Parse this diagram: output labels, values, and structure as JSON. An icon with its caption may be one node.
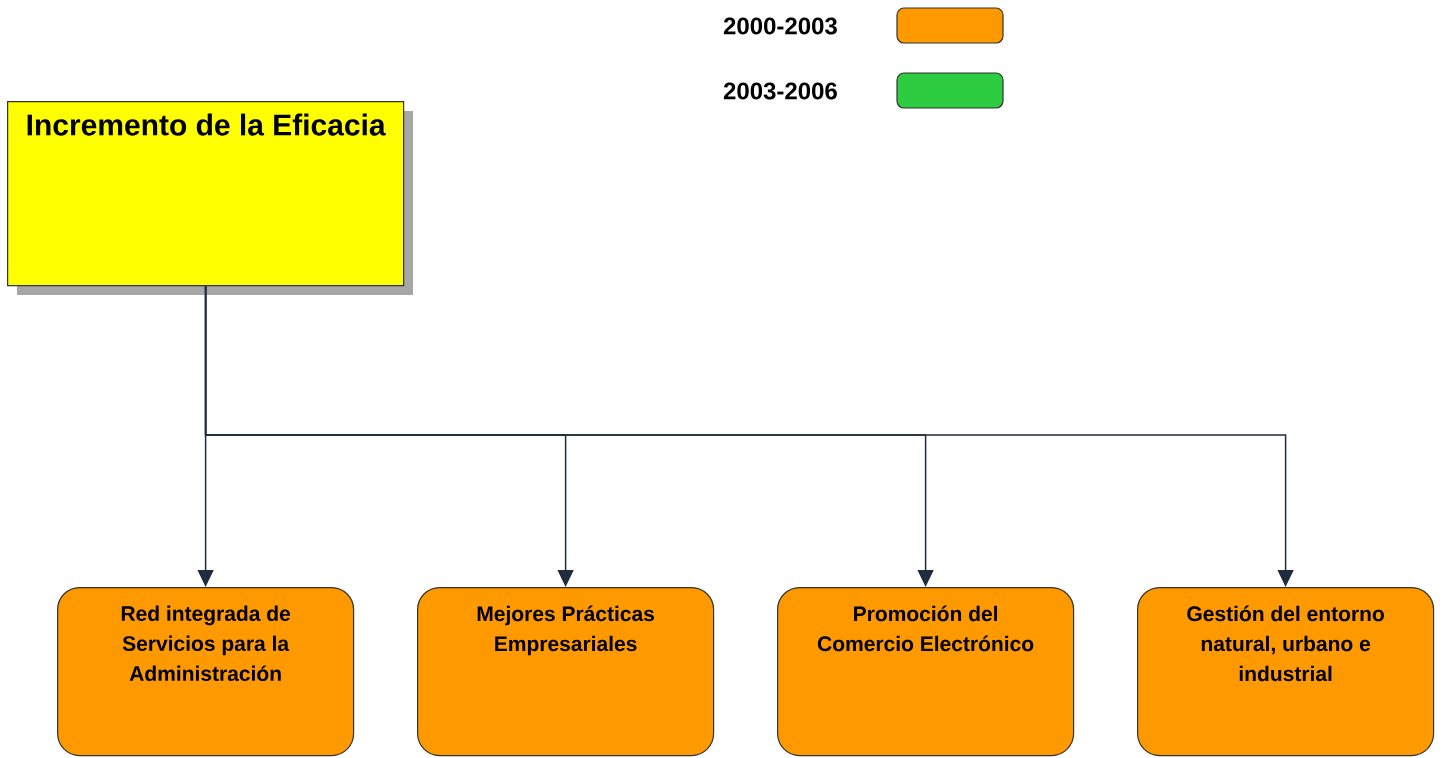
{
  "diagram": {
    "nodes": [
      {
        "text": [
          "Incremento de la Eficacia"
        ]
      },
      {
        "text": [
          "Red integrada de Servicios para la Administración"
        ]
      },
      {
        "text": [
          "Mejores Prácticas Empresariales"
        ]
      },
      {
        "text": [
          "Promoción del Comercio Electrónico"
        ]
      },
      {
        "text": [
          "Gestión del entorno natural, urbano e industrial"
        ]
      }
    ],
    "edges": [
      {
        "from": 0,
        "to": 1,
        "arrow": "to"
      },
      {
        "from": 0,
        "to": 2,
        "arrow": "to"
      },
      {
        "from": 0,
        "to": 3,
        "arrow": "to"
      },
      {
        "from": 0,
        "to": 4,
        "arrow": "to"
      }
    ],
    "legend": [
      {
        "text": "2000-2003",
        "color": "#ff9900"
      },
      {
        "text": "2003-2006",
        "color": "#2ecc40"
      }
    ]
  }
}
